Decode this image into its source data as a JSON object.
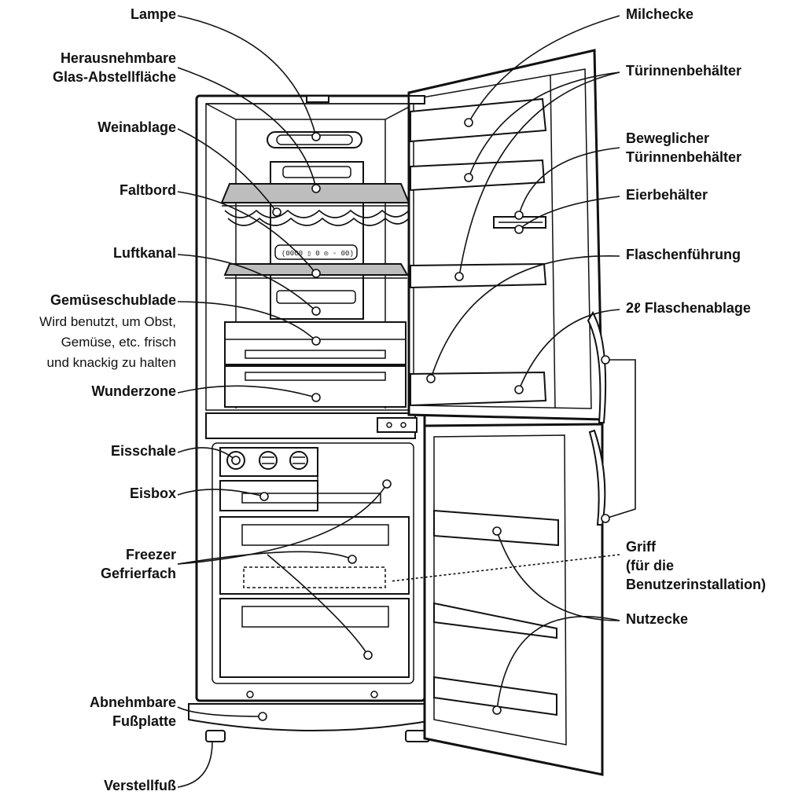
{
  "labels": {
    "lampe": "Lampe",
    "glas_1": "Herausnehmbare",
    "glas_2": "Glas-Abstellfläche",
    "weinablage": "Weinablage",
    "faltbord": "Faltbord",
    "luftkanal": "Luftkanal",
    "gemuese_title": "Gemüseschublade",
    "gemuese_desc_1": "Wird benutzt, um Obst,",
    "gemuese_desc_2": "Gemüse, etc. frisch",
    "gemuese_desc_3": "und knackig zu halten",
    "wunderzone": "Wunderzone",
    "eisschale": "Eisschale",
    "eisbox": "Eisbox",
    "freezer_1": "Freezer",
    "freezer_2": "Gefrierfach",
    "fussplatte_1": "Abnehmbare",
    "fussplatte_2": "Fußplatte",
    "verstellfuss": "Verstellfuß",
    "milchecke": "Milchecke",
    "tuerinnen": "Türinnenbehälter",
    "beweglich_1": "Beweglicher",
    "beweglich_2": "Türinnenbehälter",
    "eierbehaelter": "Eierbehälter",
    "flaschenfuehrung": "Flaschenführung",
    "flaschenablage": "2ℓ Flaschenablage",
    "griff_1": "Griff",
    "griff_2": "(für die",
    "griff_3": "Benutzerinstallation)",
    "nutzecke": "Nutzecke"
  }
}
